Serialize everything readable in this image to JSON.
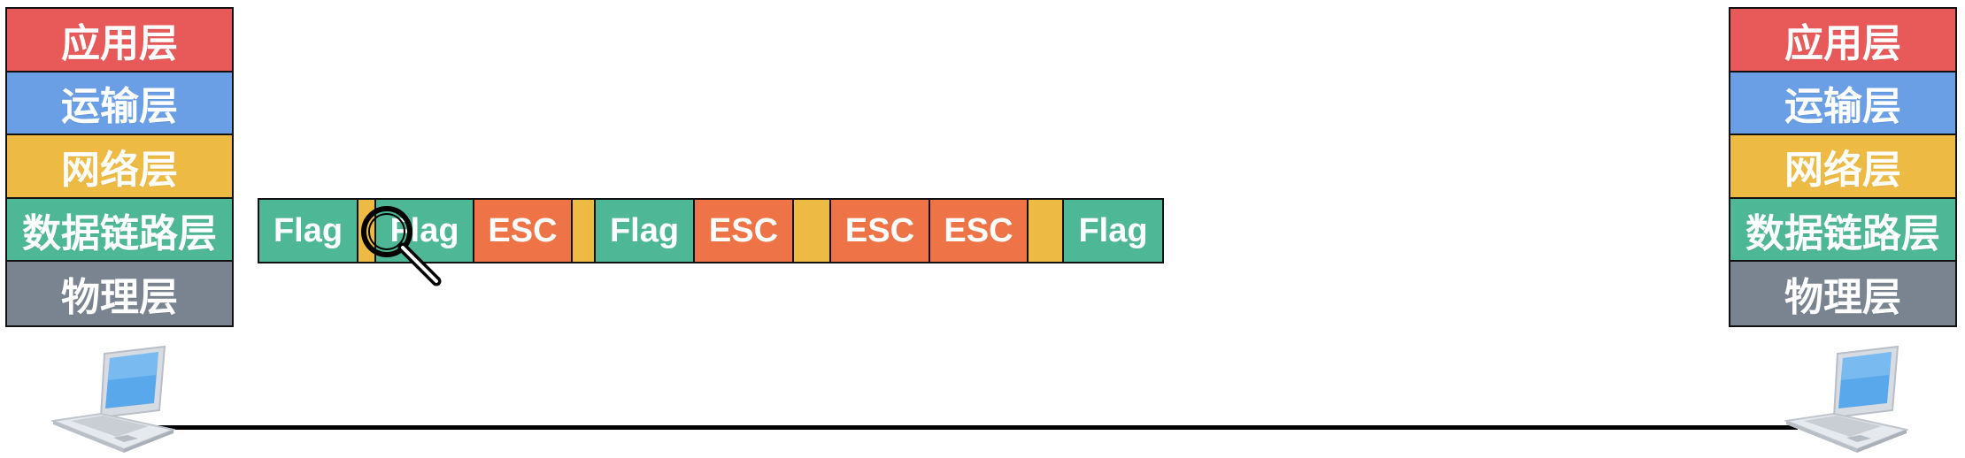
{
  "stacks": {
    "left": [
      {
        "label": "应用层",
        "color": "#E8595A"
      },
      {
        "label": "运输层",
        "color": "#6A9FE6"
      },
      {
        "label": "网络层",
        "color": "#EDBB44"
      },
      {
        "label": "数据链路层",
        "color": "#4DB796"
      },
      {
        "label": "物理层",
        "color": "#7A8491"
      }
    ],
    "right": [
      {
        "label": "应用层",
        "color": "#E8595A"
      },
      {
        "label": "运输层",
        "color": "#6A9FE6"
      },
      {
        "label": "网络层",
        "color": "#EDBB44"
      },
      {
        "label": "数据链路层",
        "color": "#4DB796"
      },
      {
        "label": "物理层",
        "color": "#7A8491"
      }
    ]
  },
  "frame": {
    "cells": [
      {
        "label": "Flag",
        "color": "#4DB796"
      },
      {
        "label": "",
        "color": "#EDBB44"
      },
      {
        "label": "Flag",
        "color": "#4DB796"
      },
      {
        "label": "ESC",
        "color": "#EE7447"
      },
      {
        "label": "",
        "color": "#EDBB44"
      },
      {
        "label": "Flag",
        "color": "#4DB796"
      },
      {
        "label": "ESC",
        "color": "#EE7447"
      },
      {
        "label": "",
        "color": "#EDBB44"
      },
      {
        "label": "ESC",
        "color": "#EE7447"
      },
      {
        "label": "ESC",
        "color": "#EE7447"
      },
      {
        "label": "",
        "color": "#EDBB44"
      },
      {
        "label": "Flag",
        "color": "#4DB796"
      }
    ]
  },
  "icons": {
    "magnifier": "magnifier-icon",
    "laptop_left": "laptop-icon",
    "laptop_right": "laptop-icon"
  }
}
